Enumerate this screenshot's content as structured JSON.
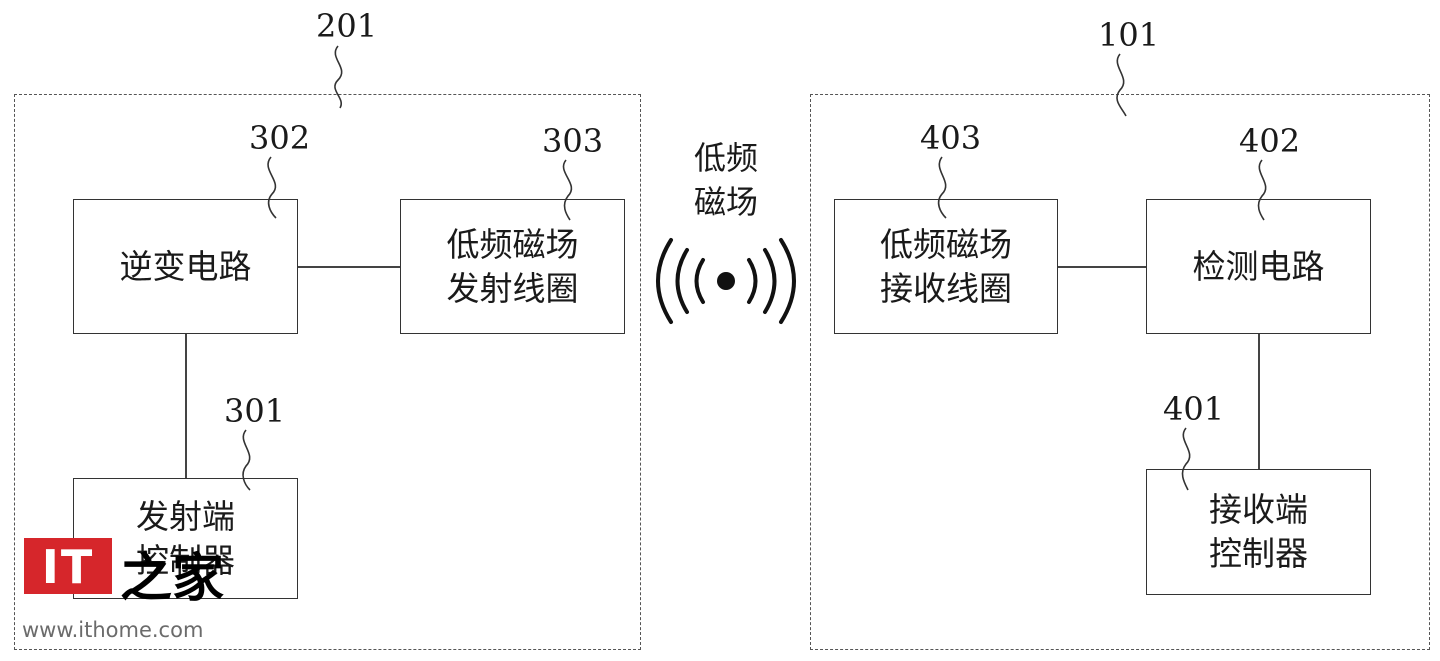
{
  "transmitter": {
    "ref": "201",
    "inverter": {
      "ref": "302",
      "line1": "逆变电路"
    },
    "coil": {
      "ref": "303",
      "line1": "低频磁场",
      "line2": "发射线圈"
    },
    "controller": {
      "ref": "301",
      "line1": "发射端",
      "line2": "控制器"
    }
  },
  "receiver": {
    "ref": "101",
    "coil": {
      "ref": "403",
      "line1": "低频磁场",
      "line2": "接收线圈"
    },
    "detector": {
      "ref": "402",
      "line1": "检测电路"
    },
    "controller": {
      "ref": "401",
      "line1": "接收端",
      "line2": "控制器"
    }
  },
  "field": {
    "line1": "低频",
    "line2": "磁场",
    "icon": "magnetic-field-wave-icon"
  },
  "watermark": {
    "logo": "IT",
    "ink": "之家",
    "url": "www.ithome.com",
    "brand_color": "#d6262b"
  }
}
